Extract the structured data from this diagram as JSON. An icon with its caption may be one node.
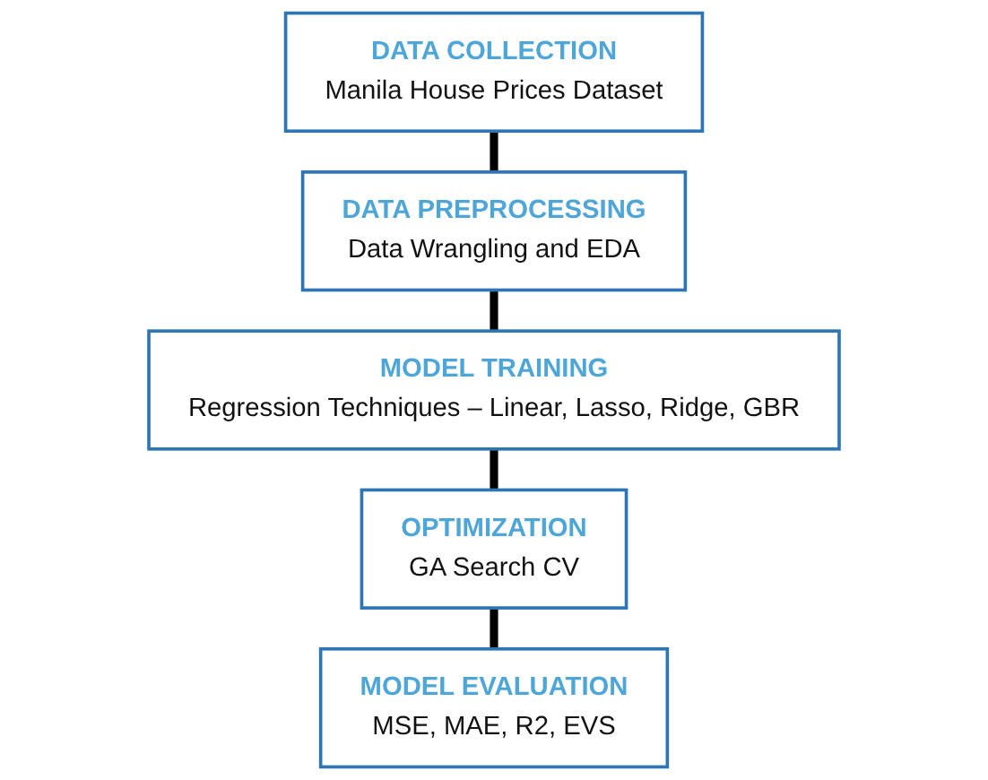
{
  "diagram": {
    "nodes": [
      {
        "text": [
          "DATA COLLECTION",
          "Manila House Prices Dataset"
        ]
      },
      {
        "text": [
          "DATA PREPROCESSING",
          "Data Wrangling and EDA"
        ]
      },
      {
        "text": [
          "MODEL TRAINING",
          "Regression Techniques – Linear, Lasso, Ridge, GBR"
        ]
      },
      {
        "text": [
          "OPTIMIZATION",
          "GA Search CV"
        ]
      },
      {
        "text": [
          "MODEL EVALUATION",
          "MSE, MAE, R2, EVS"
        ]
      }
    ],
    "edges": [
      {
        "from": 0,
        "to": 1,
        "arrow": "none"
      },
      {
        "from": 1,
        "to": 2,
        "arrow": "none"
      },
      {
        "from": 2,
        "to": 3,
        "arrow": "none"
      },
      {
        "from": 3,
        "to": 4,
        "arrow": "none"
      }
    ]
  }
}
